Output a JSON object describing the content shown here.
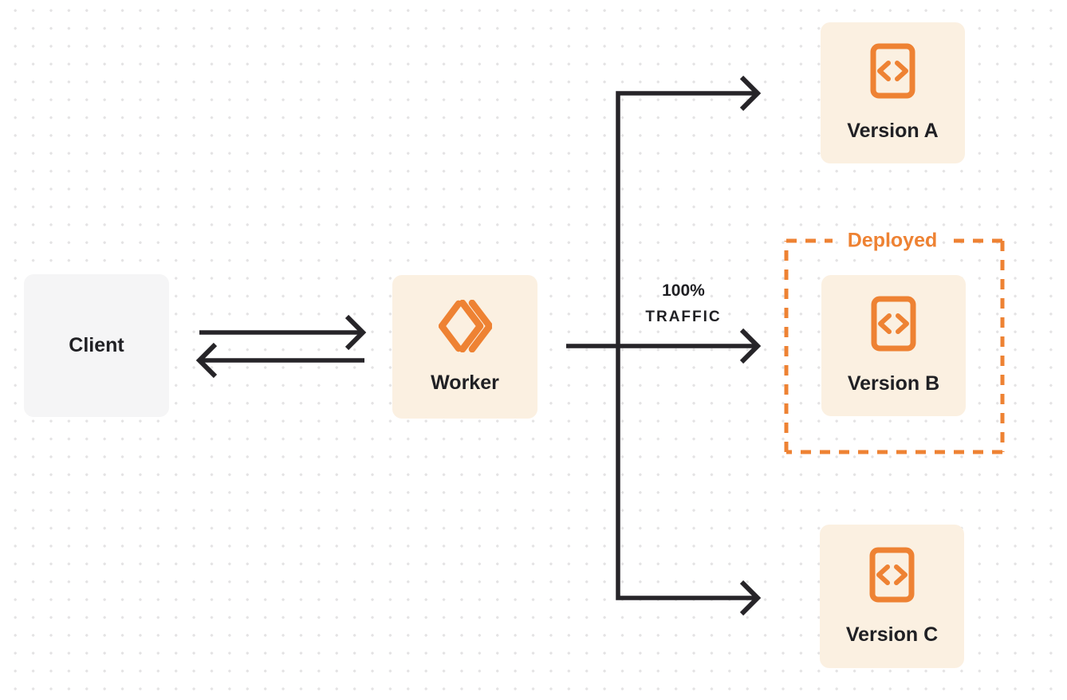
{
  "nodes": {
    "client": {
      "label": "Client"
    },
    "worker": {
      "label": "Worker"
    },
    "version_a": {
      "label": "Version A"
    },
    "version_b": {
      "label": "Version B"
    },
    "version_c": {
      "label": "Version C"
    }
  },
  "deployed_group": {
    "label": "Deployed",
    "contains": [
      "version_b"
    ]
  },
  "traffic_label": {
    "line1": "100%",
    "line2": "TRAFFIC"
  },
  "edges": [
    {
      "from": "client",
      "to": "worker",
      "direction": "bidirectional",
      "label": ""
    },
    {
      "from": "worker",
      "to": "version_a",
      "label": ""
    },
    {
      "from": "worker",
      "to": "version_b",
      "label": "100% TRAFFIC"
    },
    {
      "from": "worker",
      "to": "version_c",
      "label": ""
    }
  ],
  "icons": {
    "worker": "cloudflare-workers-logo-icon",
    "versions": "code-file-icon"
  },
  "colors": {
    "orange": "#EE8233",
    "node_cream": "#FBF0E1",
    "node_gray": "#F5F5F6",
    "line_dark": "#262428",
    "text_dark": "#202024",
    "dot_grid": "#E4E3E4"
  }
}
